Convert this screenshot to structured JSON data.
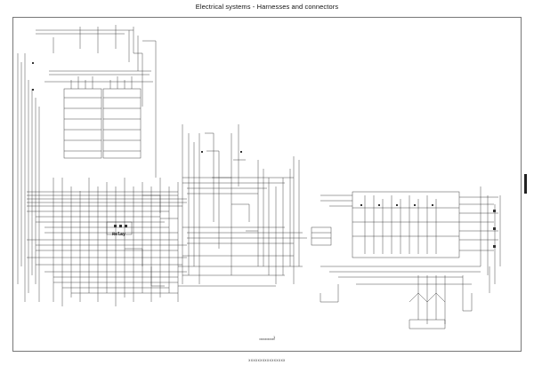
{
  "page": {
    "title": "Electrical systems - Harnesses and connectors",
    "sheet_caption": "xxxxxxxxxxx",
    "sheet_caption_number": "1",
    "footer_code": "xxxxxxxxxxxxxxxx",
    "block_label": "Relay"
  },
  "colors": {
    "line": "#333333",
    "frame": "#777777",
    "background": "#ffffff"
  }
}
